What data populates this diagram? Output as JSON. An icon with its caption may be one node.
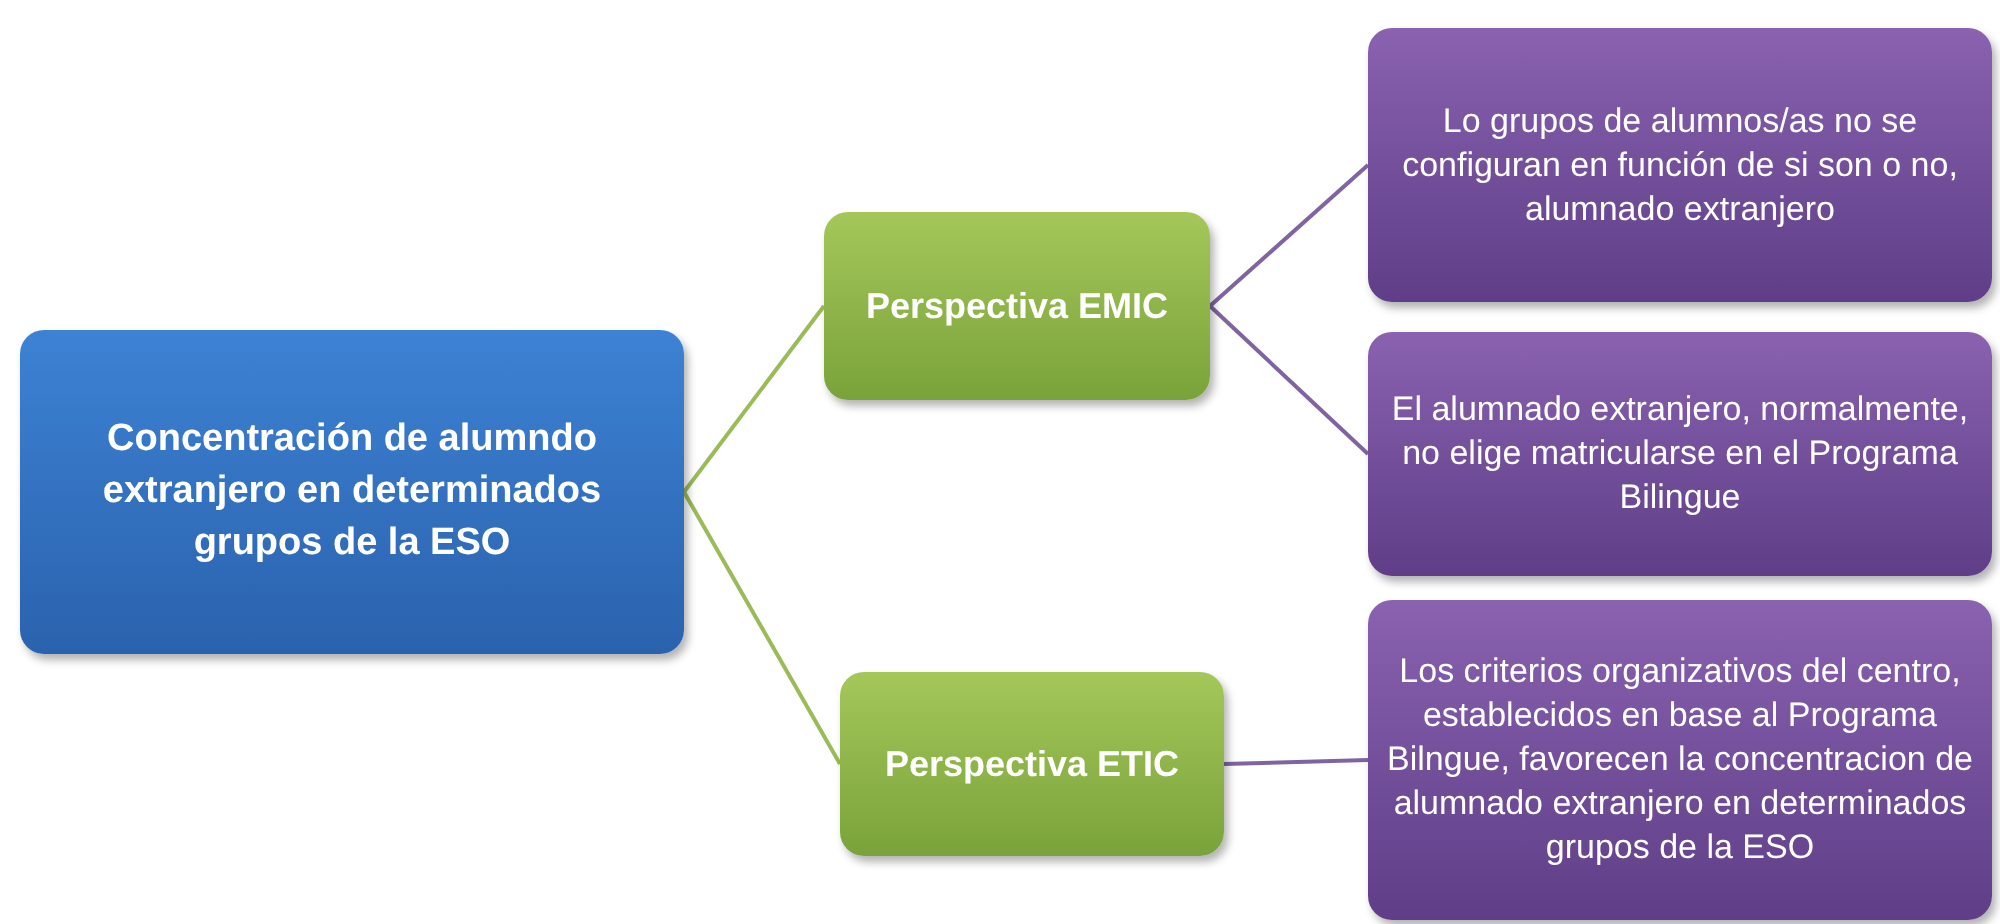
{
  "diagram": {
    "nodes": [
      {
        "text": [
          "Concentración de alumndo extranjero en determinados grupos de la ESO"
        ]
      },
      {
        "text": [
          "Perspectiva EMIC"
        ]
      },
      {
        "text": [
          "Lo grupos de alumnos/as no se configuran en función de si son o no, alumnado extranjero"
        ]
      },
      {
        "text": [
          "El alumnado extranjero, normalmente, no elige matricularse en el Programa Bilingue"
        ]
      },
      {
        "text": [
          "Perspectiva ETIC"
        ]
      },
      {
        "text": [
          "Los criterios organizativos del centro, establecidos en base al Programa Bilngue, favorecen la concentracion de alumnado extranjero en determinados grupos de la ESO"
        ]
      }
    ],
    "edges": [
      {
        "from": 0,
        "to": 1,
        "arrow": "none",
        "color": "#9bbb59"
      },
      {
        "from": 0,
        "to": 4,
        "arrow": "none",
        "color": "#9bbb59"
      },
      {
        "from": 1,
        "to": 2,
        "arrow": "none"
      },
      {
        "from": 1,
        "to": 3,
        "arrow": "none"
      },
      {
        "from": 4,
        "to": 5,
        "arrow": "none"
      }
    ]
  }
}
